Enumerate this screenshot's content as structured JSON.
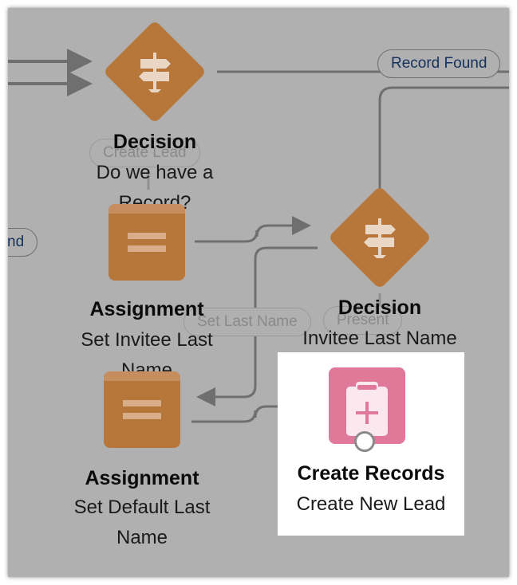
{
  "canvas": {
    "background_color": "#b0b0b0",
    "highlight_color": "#ffffff",
    "connector_color": "#6f6f6f"
  },
  "pills": {
    "record_found": "Record Found",
    "create_lead": "Create Lead",
    "left_partial": "nd",
    "set_last_name": "Set Last Name",
    "present": "Present"
  },
  "nodes": {
    "decision_1": {
      "title": "Decision",
      "subtitle": "Do we have a Record?",
      "icon": "signpost-icon",
      "color": "#b7763a"
    },
    "assignment_1": {
      "title": "Assignment",
      "subtitle": "Set Invitee Last Name",
      "icon": "assignment-icon",
      "color": "#b7763a"
    },
    "decision_2": {
      "title": "Decision",
      "subtitle": "Invitee Last Name Exists?",
      "icon": "signpost-icon",
      "color": "#b7763a"
    },
    "assignment_2": {
      "title": "Assignment",
      "subtitle": "Set Default Last Name",
      "icon": "assignment-icon",
      "color": "#b7763a"
    },
    "create_records": {
      "title": "Create Records",
      "subtitle": "Create New Lead",
      "icon": "clipboard-plus-icon",
      "color": "#e0789a"
    }
  }
}
